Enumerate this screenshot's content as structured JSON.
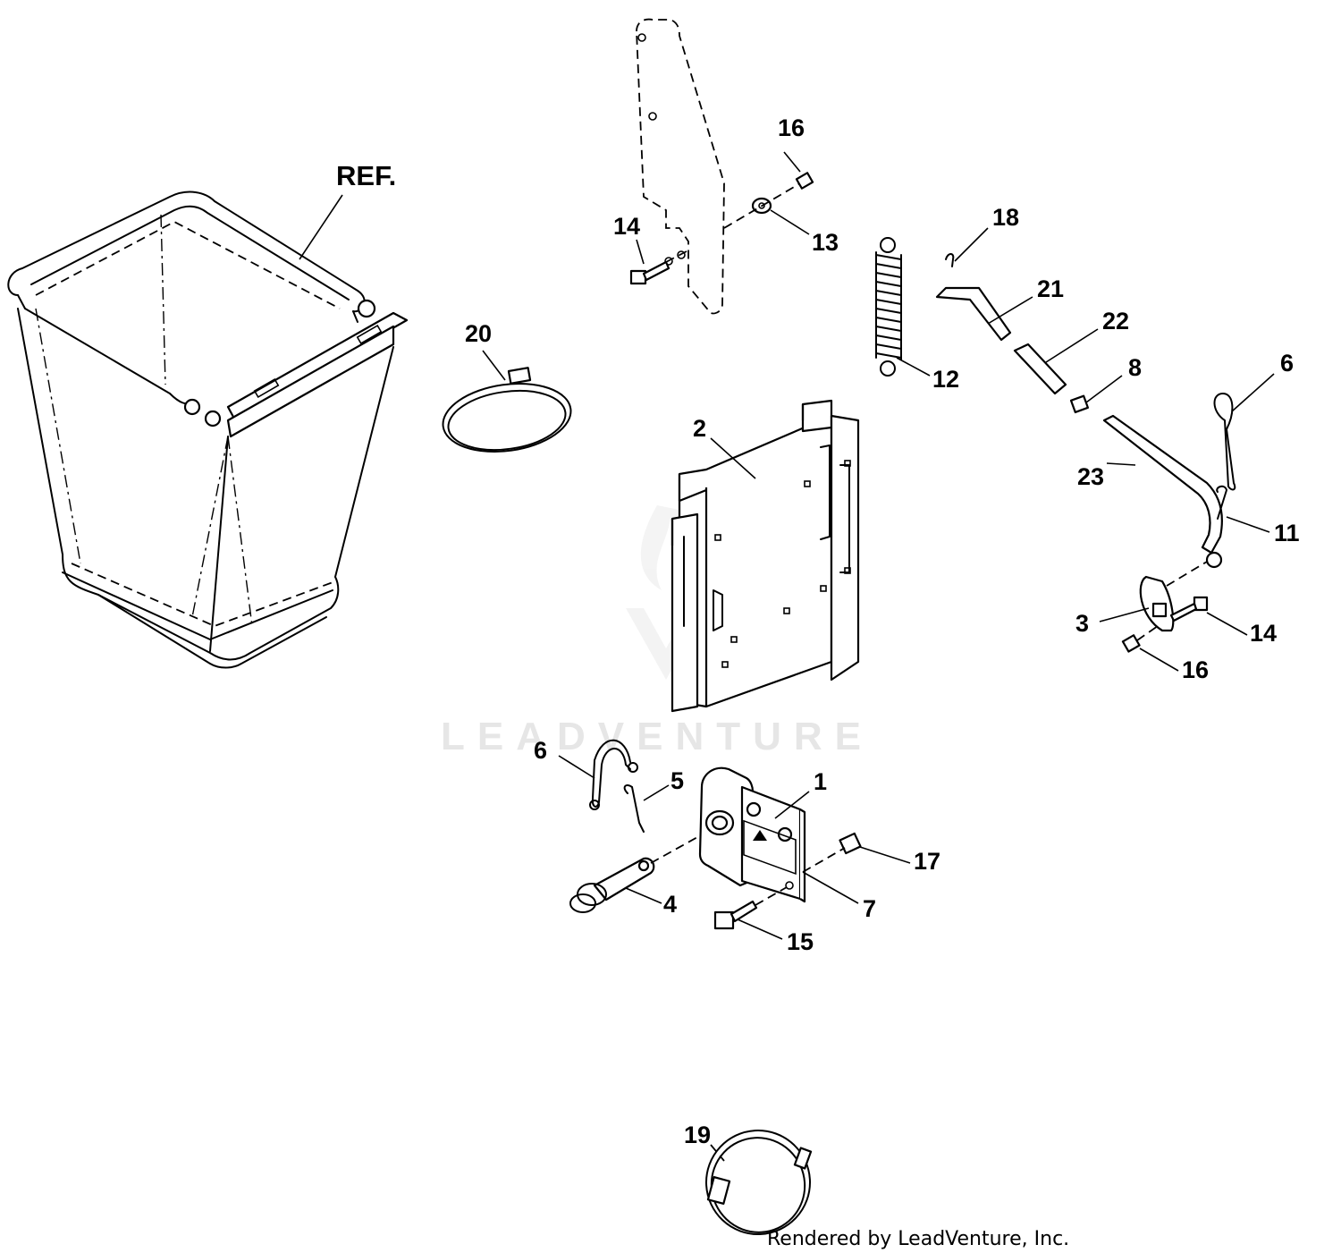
{
  "callouts": [
    {
      "id": "ref",
      "text": "REF."
    },
    {
      "id": "c16a",
      "text": "16"
    },
    {
      "id": "c14a",
      "text": "14"
    },
    {
      "id": "c13",
      "text": "13"
    },
    {
      "id": "c18",
      "text": "18"
    },
    {
      "id": "c21",
      "text": "21"
    },
    {
      "id": "c22",
      "text": "22"
    },
    {
      "id": "c8",
      "text": "8"
    },
    {
      "id": "c6a",
      "text": "6"
    },
    {
      "id": "c20",
      "text": "20"
    },
    {
      "id": "c12",
      "text": "12"
    },
    {
      "id": "c2",
      "text": "2"
    },
    {
      "id": "c23",
      "text": "23"
    },
    {
      "id": "c11",
      "text": "11"
    },
    {
      "id": "c3",
      "text": "3"
    },
    {
      "id": "c14b",
      "text": "14"
    },
    {
      "id": "c16b",
      "text": "16"
    },
    {
      "id": "c6b",
      "text": "6"
    },
    {
      "id": "c5",
      "text": "5"
    },
    {
      "id": "c1",
      "text": "1"
    },
    {
      "id": "c17",
      "text": "17"
    },
    {
      "id": "c4",
      "text": "4"
    },
    {
      "id": "c7",
      "text": "7"
    },
    {
      "id": "c15",
      "text": "15"
    },
    {
      "id": "c19",
      "text": "19"
    }
  ],
  "watermark": "LEADVENTURE",
  "credit": "Rendered by LeadVenture, Inc."
}
